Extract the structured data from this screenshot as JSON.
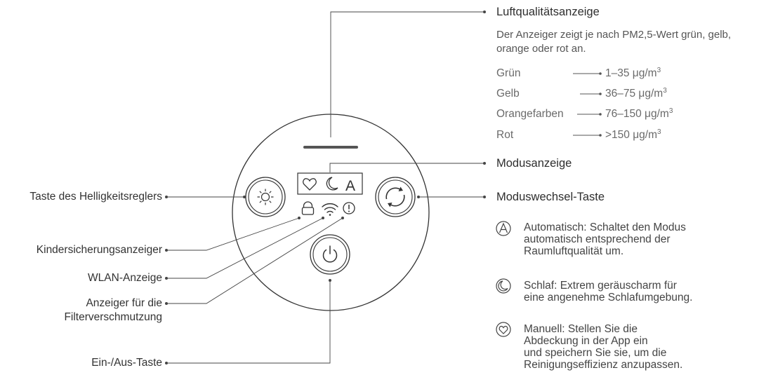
{
  "labels": {
    "air_quality_title": "Luftqualitätsanzeige",
    "air_quality_desc": "Der Anzeiger zeigt je nach PM2,5-Wert grün, gelb, orange oder rot an.",
    "mode_indicator": "Modusanzeige",
    "mode_switch": "Moduswechsel-Taste",
    "brightness_button": "Taste des Helligkeitsreglers",
    "child_lock": "Kindersicherungsanzeiger",
    "wifi": "WLAN-Anzeige",
    "filter_line1": "Anzeiger für die",
    "filter_line2": "Filterverschmutzung",
    "power_button": "Ein-/Aus-Taste"
  },
  "levels": [
    {
      "name": "Grün",
      "range": "1–35 μg/m",
      "unit_exp": "3"
    },
    {
      "name": "Gelb",
      "range": "36–75 μg/m",
      "unit_exp": "3"
    },
    {
      "name": "Orangefarben",
      "range": "76–150 μg/m",
      "unit_exp": "3"
    },
    {
      "name": "Rot",
      "range": ">150 μg/m",
      "unit_exp": "3"
    }
  ],
  "modes": [
    {
      "icon": "auto-mode-icon",
      "text": "Automatisch: Schaltet den Modus\nautomatisch entsprechend der\nRaumluftqualität um."
    },
    {
      "icon": "sleep-mode-icon",
      "text": "Schlaf: Extrem geräuscharm für\neine angenehme Schlafumgebung."
    },
    {
      "icon": "manual-mode-icon",
      "text": "Manuell: Stellen Sie die\nAbdeckung in der App ein\nund speichern Sie sie, um die\nReinigungseffizienz anzupassen."
    }
  ],
  "panel": {
    "auto_glyph": "A"
  }
}
